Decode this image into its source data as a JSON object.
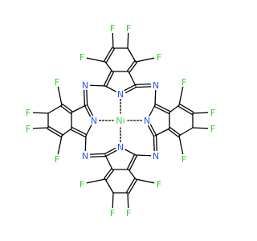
{
  "molecule": {
    "metal": "Ni",
    "element_colors": {
      "F": "#33cc33",
      "N": "#3050f8",
      "Ni": "#50d050",
      "C": "#000000"
    },
    "atom_labels": {
      "fluorine": "F",
      "nitrogen": "N",
      "nickel": "Ni"
    }
  }
}
